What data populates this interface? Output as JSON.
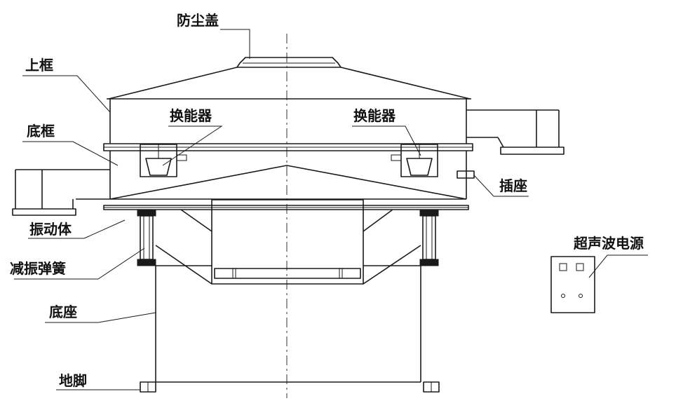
{
  "labels": {
    "dust_cover": "防尘盖",
    "upper_frame": "上框",
    "bottom_frame": "底框",
    "transducer_left": "换能器",
    "transducer_right": "换能器",
    "socket": "插座",
    "vibrating_body": "振动体",
    "damping_spring": "减振弹簧",
    "base": "底座",
    "foot": "地脚",
    "ultrasonic_power_supply": "超声波电源"
  }
}
